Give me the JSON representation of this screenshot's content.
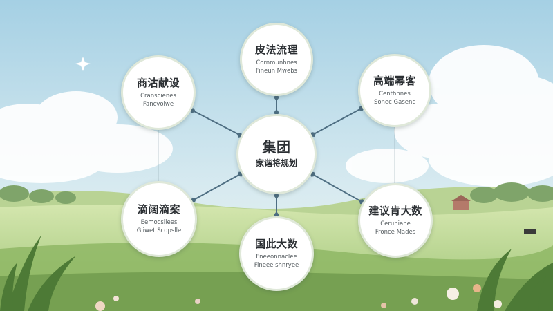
{
  "center": {
    "title": "集团",
    "subtitle": "家谐将规划"
  },
  "nodes": [
    {
      "title": "皮法流理",
      "line1": "Cornmunhnes",
      "line2": "Fineun Mwebs"
    },
    {
      "title": "高端幂客",
      "line1": "Centhnnes",
      "line2": "Sonec Gasenc"
    },
    {
      "title": "建议肯大数",
      "line1": "Ceruniane",
      "line2": "Fronce Mades"
    },
    {
      "title": "国此大数",
      "line1": "Fneeonnaclee",
      "line2": "Fineee shnryee"
    },
    {
      "title": "滴阔滴案",
      "line1": "Eemocsilees",
      "line2": "Gliwet Scopslle"
    },
    {
      "title": "商沽献设",
      "line1": "Cranscienes",
      "line2": "Fancvolwe"
    }
  ],
  "colors": {
    "sky_top": "#a9d3e6",
    "sky_bottom": "#dcecf0",
    "grass_light": "#cfe2a6",
    "grass_dark": "#8fb769",
    "connector": "#4e6e82",
    "node_border": "#dfe8d9"
  }
}
